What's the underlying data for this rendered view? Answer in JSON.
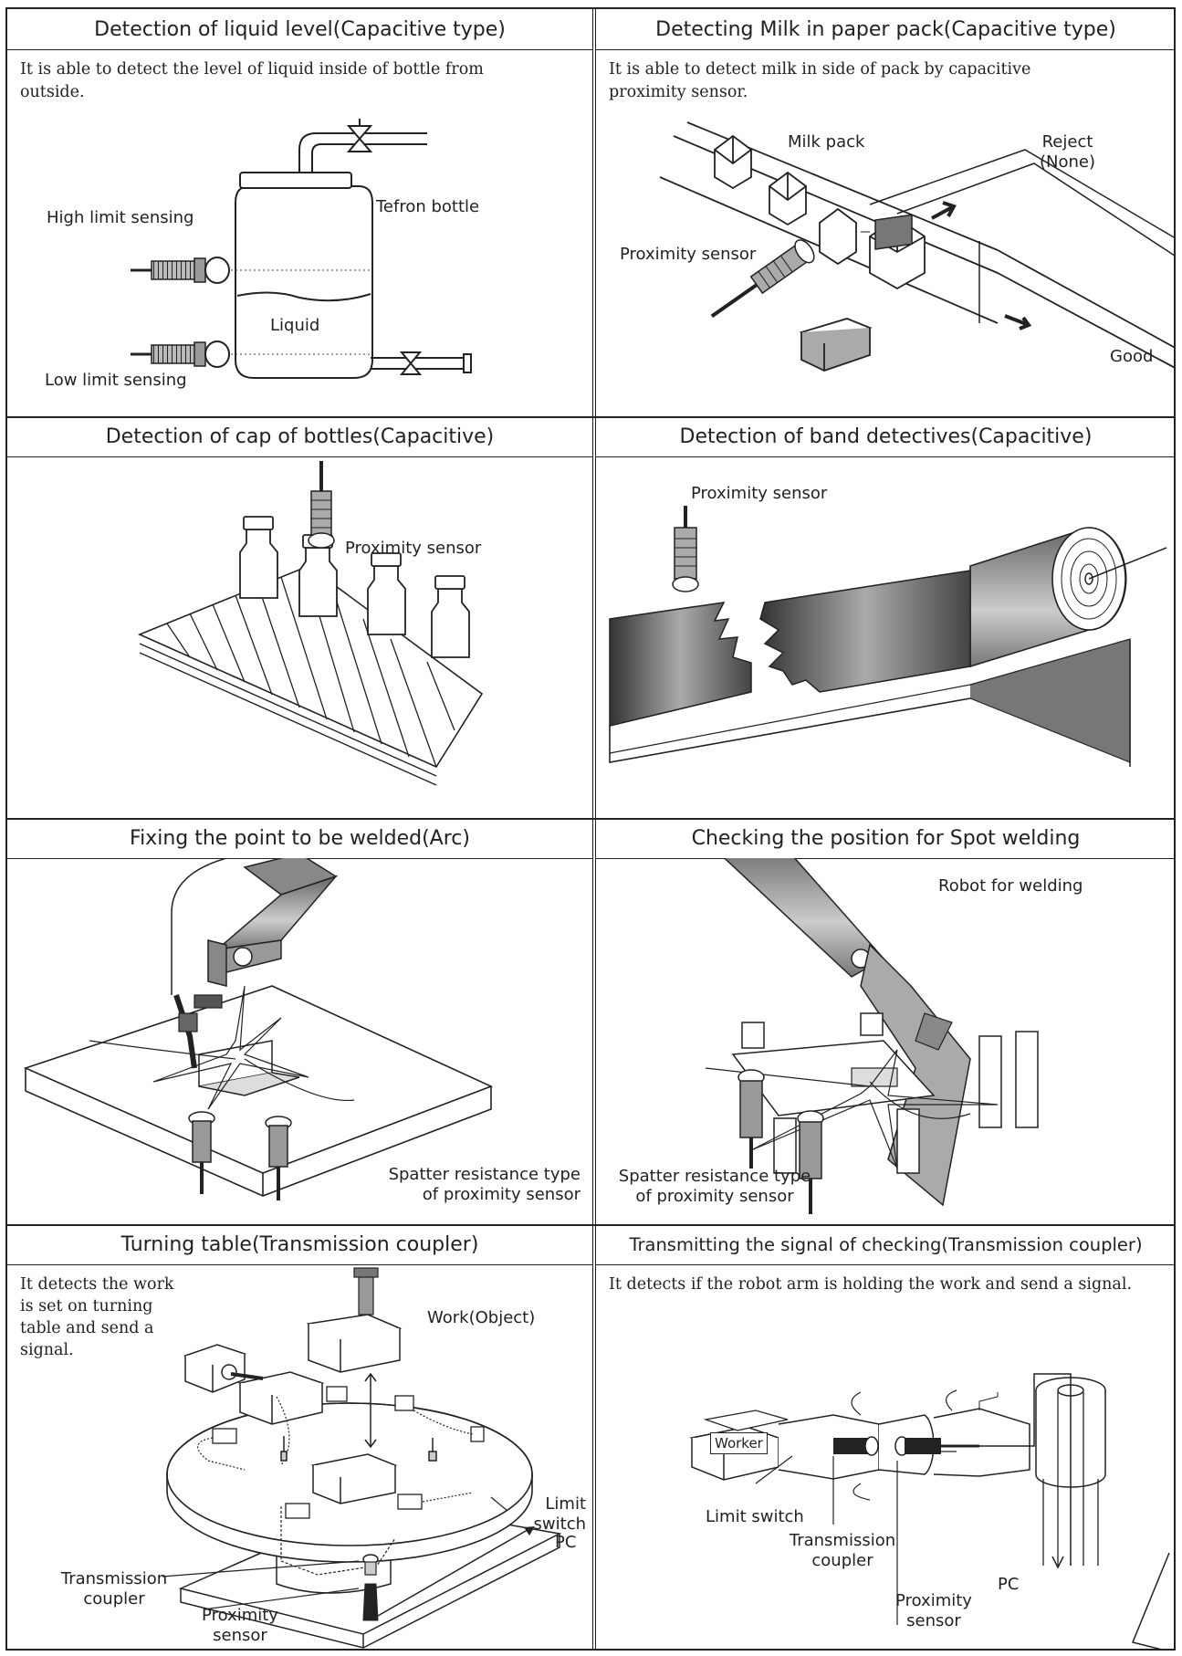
{
  "panels": [
    {
      "title": "Detection of liquid level(Capacitive type)",
      "description": "It is able to detect the level of liquid inside of bottle from outside.",
      "labels": {
        "high": "High limit sensing",
        "bottle": "Tefron bottle",
        "liquid": "Liquid",
        "low": "Low limit sensing"
      }
    },
    {
      "title": "Detecting Milk in paper pack(Capacitive type)",
      "description": "It is able to detect milk in side of pack by capacitive proximity sensor.",
      "labels": {
        "milk_pack": "Milk pack",
        "reject": "Reject\n(None)",
        "sensor": "Proximity sensor",
        "good": "Good"
      }
    },
    {
      "title": "Detection of cap of bottles(Capacitive)",
      "labels": {
        "sensor": "Proximity sensor"
      }
    },
    {
      "title": "Detection of band detectives(Capacitive)",
      "labels": {
        "sensor": "Proximity sensor"
      }
    },
    {
      "title": "Fixing the point to be welded(Arc)",
      "labels": {
        "spatter": "Spatter resistance type\nof proximity sensor"
      }
    },
    {
      "title": "Checking the position for Spot welding",
      "labels": {
        "robot": "Robot for welding",
        "spatter": "Spatter resistance type\nof proximity sensor"
      }
    },
    {
      "title": "Turning table(Transmission coupler)",
      "description": "It detects the work is set on turning table and send a signal.",
      "labels": {
        "work": "Work(Object)",
        "limit": "Limit\nswitch",
        "pc": "PC",
        "coupler": "Transmission\ncoupler",
        "sensor": "Proximity\nsensor"
      }
    },
    {
      "title": "Transmitting the signal of checking(Transmission coupler)",
      "description": "It detects if the robot arm is holding the work and send a signal.",
      "labels": {
        "worker": "Worker",
        "limit": "Limit switch",
        "coupler": "Transmission\ncoupler",
        "pc": "PC",
        "sensor": "Proximity\nsensor"
      }
    }
  ]
}
